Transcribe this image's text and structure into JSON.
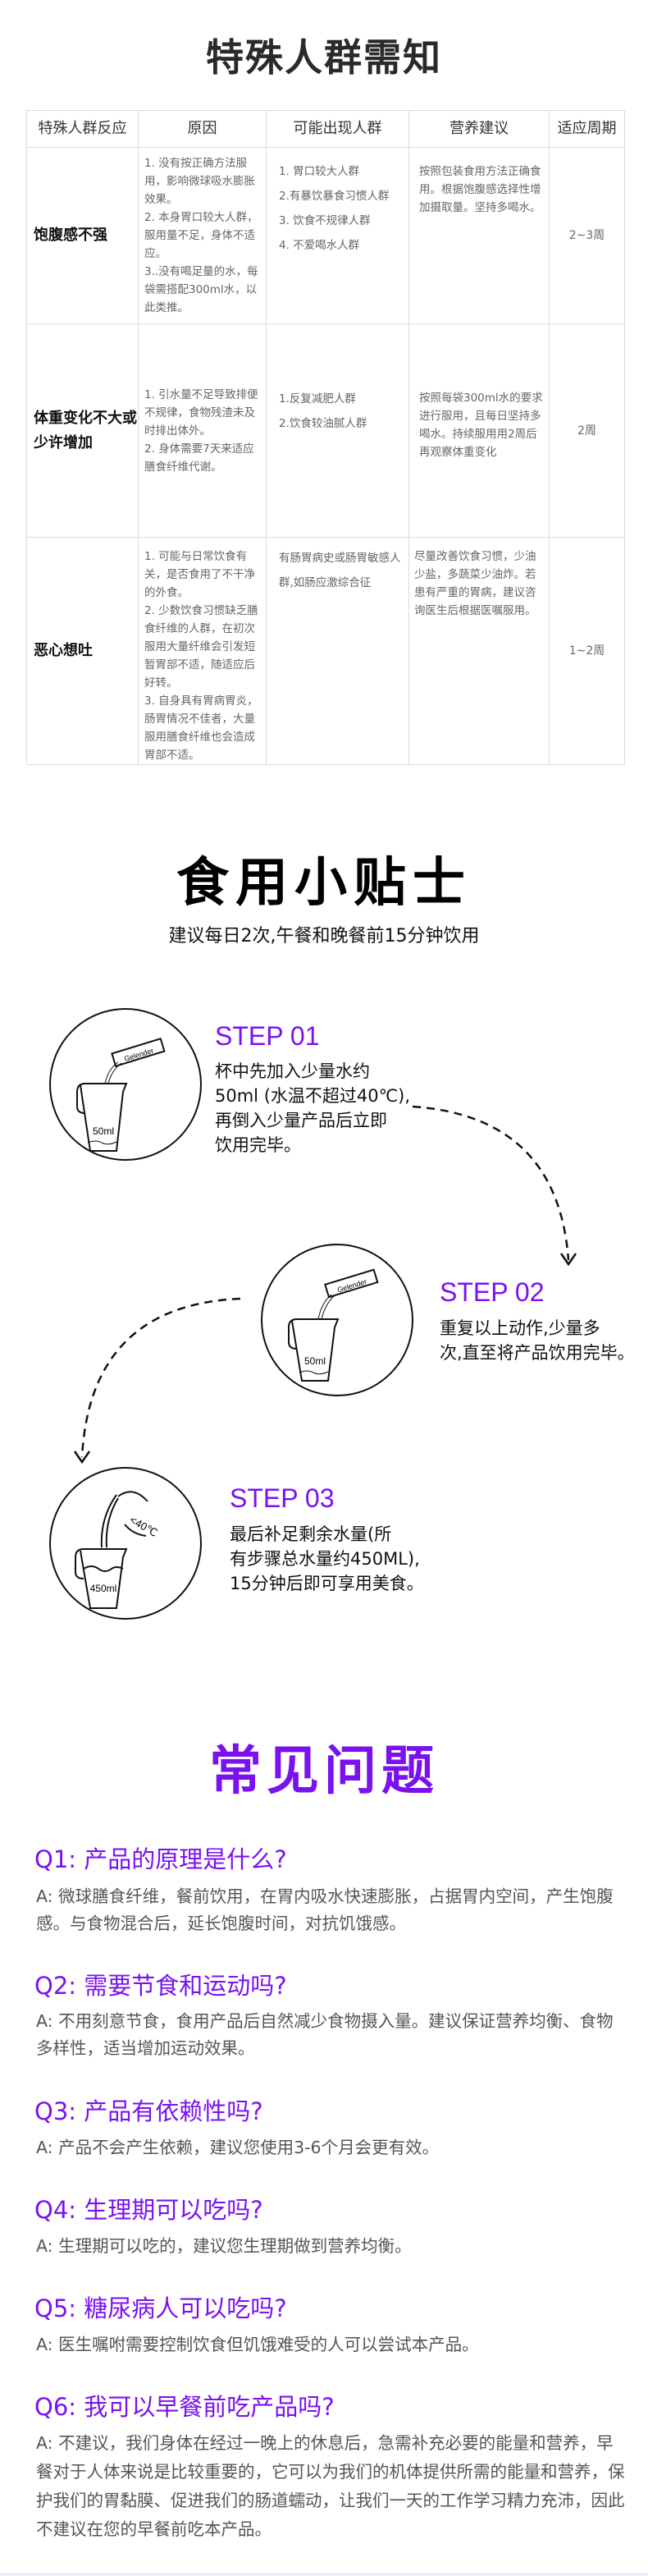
{
  "section1": {
    "title": "特殊人群需知",
    "headers": [
      "特殊人群反应",
      "原因",
      "可能出现人群",
      "营养建议",
      "适应周期"
    ],
    "rows": [
      {
        "reaction": "饱腹感不强",
        "cause": "1. 没有按正确方法服用，影响微球吸水膨胀效果。\n2. 本身胃口较大人群，服用量不足，身体不适应。\n3..没有喝足量的水，每袋需搭配300ml水，以此类推。",
        "people": "1. 胃口较大人群\n2.有暴饮暴食习惯人群\n3. 饮食不规律人群\n4. 不爱喝水人群",
        "advice": "按照包装食用方法正确食用。根据饱腹感选择性增加摄取量。坚持多喝水。",
        "period": "2~3周"
      },
      {
        "reaction": "体重变化不大或少许增加",
        "cause": "1. 引水量不足导致排便不规律，食物残渣未及时排出体外。\n2. 身体需要7天来适应膳食纤维代谢。",
        "people": "1.反复减肥人群\n2.饮食较油腻人群",
        "advice": "按照每袋300ml水的要求进行服用，且每日坚持多喝水。持续服用用2周后再观察体重变化",
        "period": "2周"
      },
      {
        "reaction": "恶心想吐",
        "cause": "1. 可能与日常饮食有关，是否食用了不干净的外食。\n2. 少数饮食习惯缺乏膳食纤维的人群，在初次服用大量纤维会引发短暂胃部不适，随适应后好转。\n3. 自身具有胃病胃炎，肠胃情况不佳者，大量服用膳食纤维也会造成胃部不适。",
        "people": "有肠胃病史或肠胃敏感人群,如肠应激综合征",
        "advice": "尽量改善饮食习惯，少油少盐，多蔬菜少油炸。若患有严重的胃病，建议咨询医生后根据医嘱服用。",
        "period": "1~2周"
      }
    ]
  },
  "section2": {
    "title": "食用小贴士",
    "subtitle": "建议每日2次,午餐和晚餐前15分钟饮用",
    "steps": [
      {
        "label": "STEP 01",
        "text": "杯中先加入少量水约\n50ml (水温不超过40℃),\n再倒入少量产品后立即\n饮用完毕。",
        "cup_label": "50ml",
        "sachet": "Gelender"
      },
      {
        "label": "STEP 02",
        "text": "重复以上动作,少量多\n次,直至将产品饮用完毕。",
        "cup_label": "50ml",
        "sachet": "Gelender"
      },
      {
        "label": "STEP 03",
        "text": "最后补足剩余水量(所\n有步骤总水量约450ML),\n15分钟后即可享用美食。",
        "cup_label": "450ml",
        "temp": "<40℃"
      }
    ]
  },
  "section3": {
    "title": "常见问题",
    "faqs": [
      {
        "q": "Q1: 产品的原理是什么?",
        "a": "A: 微球膳食纤维，餐前饮用，在胃内吸水快速膨胀，占据胃内空间，产生饱腹感。与食物混合后，延长饱腹时间，对抗饥饿感。"
      },
      {
        "q": "Q2: 需要节食和运动吗?",
        "a": "A: 不用刻意节食，食用产品后自然减少食物摄入量。建议保证营养均衡、食物多样性，适当增加运动效果。"
      },
      {
        "q": "Q3: 产品有依赖性吗?",
        "a": "A: 产品不会产生依赖，建议您使用3-6个月会更有效。"
      },
      {
        "q": "Q4: 生理期可以吃吗?",
        "a": "A: 生理期可以吃的，建议您生理期做到营养均衡。"
      },
      {
        "q": "Q5: 糖尿病人可以吃吗?",
        "a": "A: 医生嘱咐需要控制饮食但饥饿难受的人可以尝试本产品。"
      },
      {
        "q": "Q6: 我可以早餐前吃产品吗?",
        "a": "A: 不建议，我们身体在经过一晚上的休息后，急需补充必要的能量和营养，早餐对于人体来说是比较重要的，它可以为我们的机体提供所需的能量和营养，保护我们的胃黏膜、促进我们的肠道蠕动，让我们一天的工作学习精力充沛，因此不建议在您的早餐前吃本产品。"
      }
    ]
  },
  "colors": {
    "accent": "#7a12f0"
  }
}
